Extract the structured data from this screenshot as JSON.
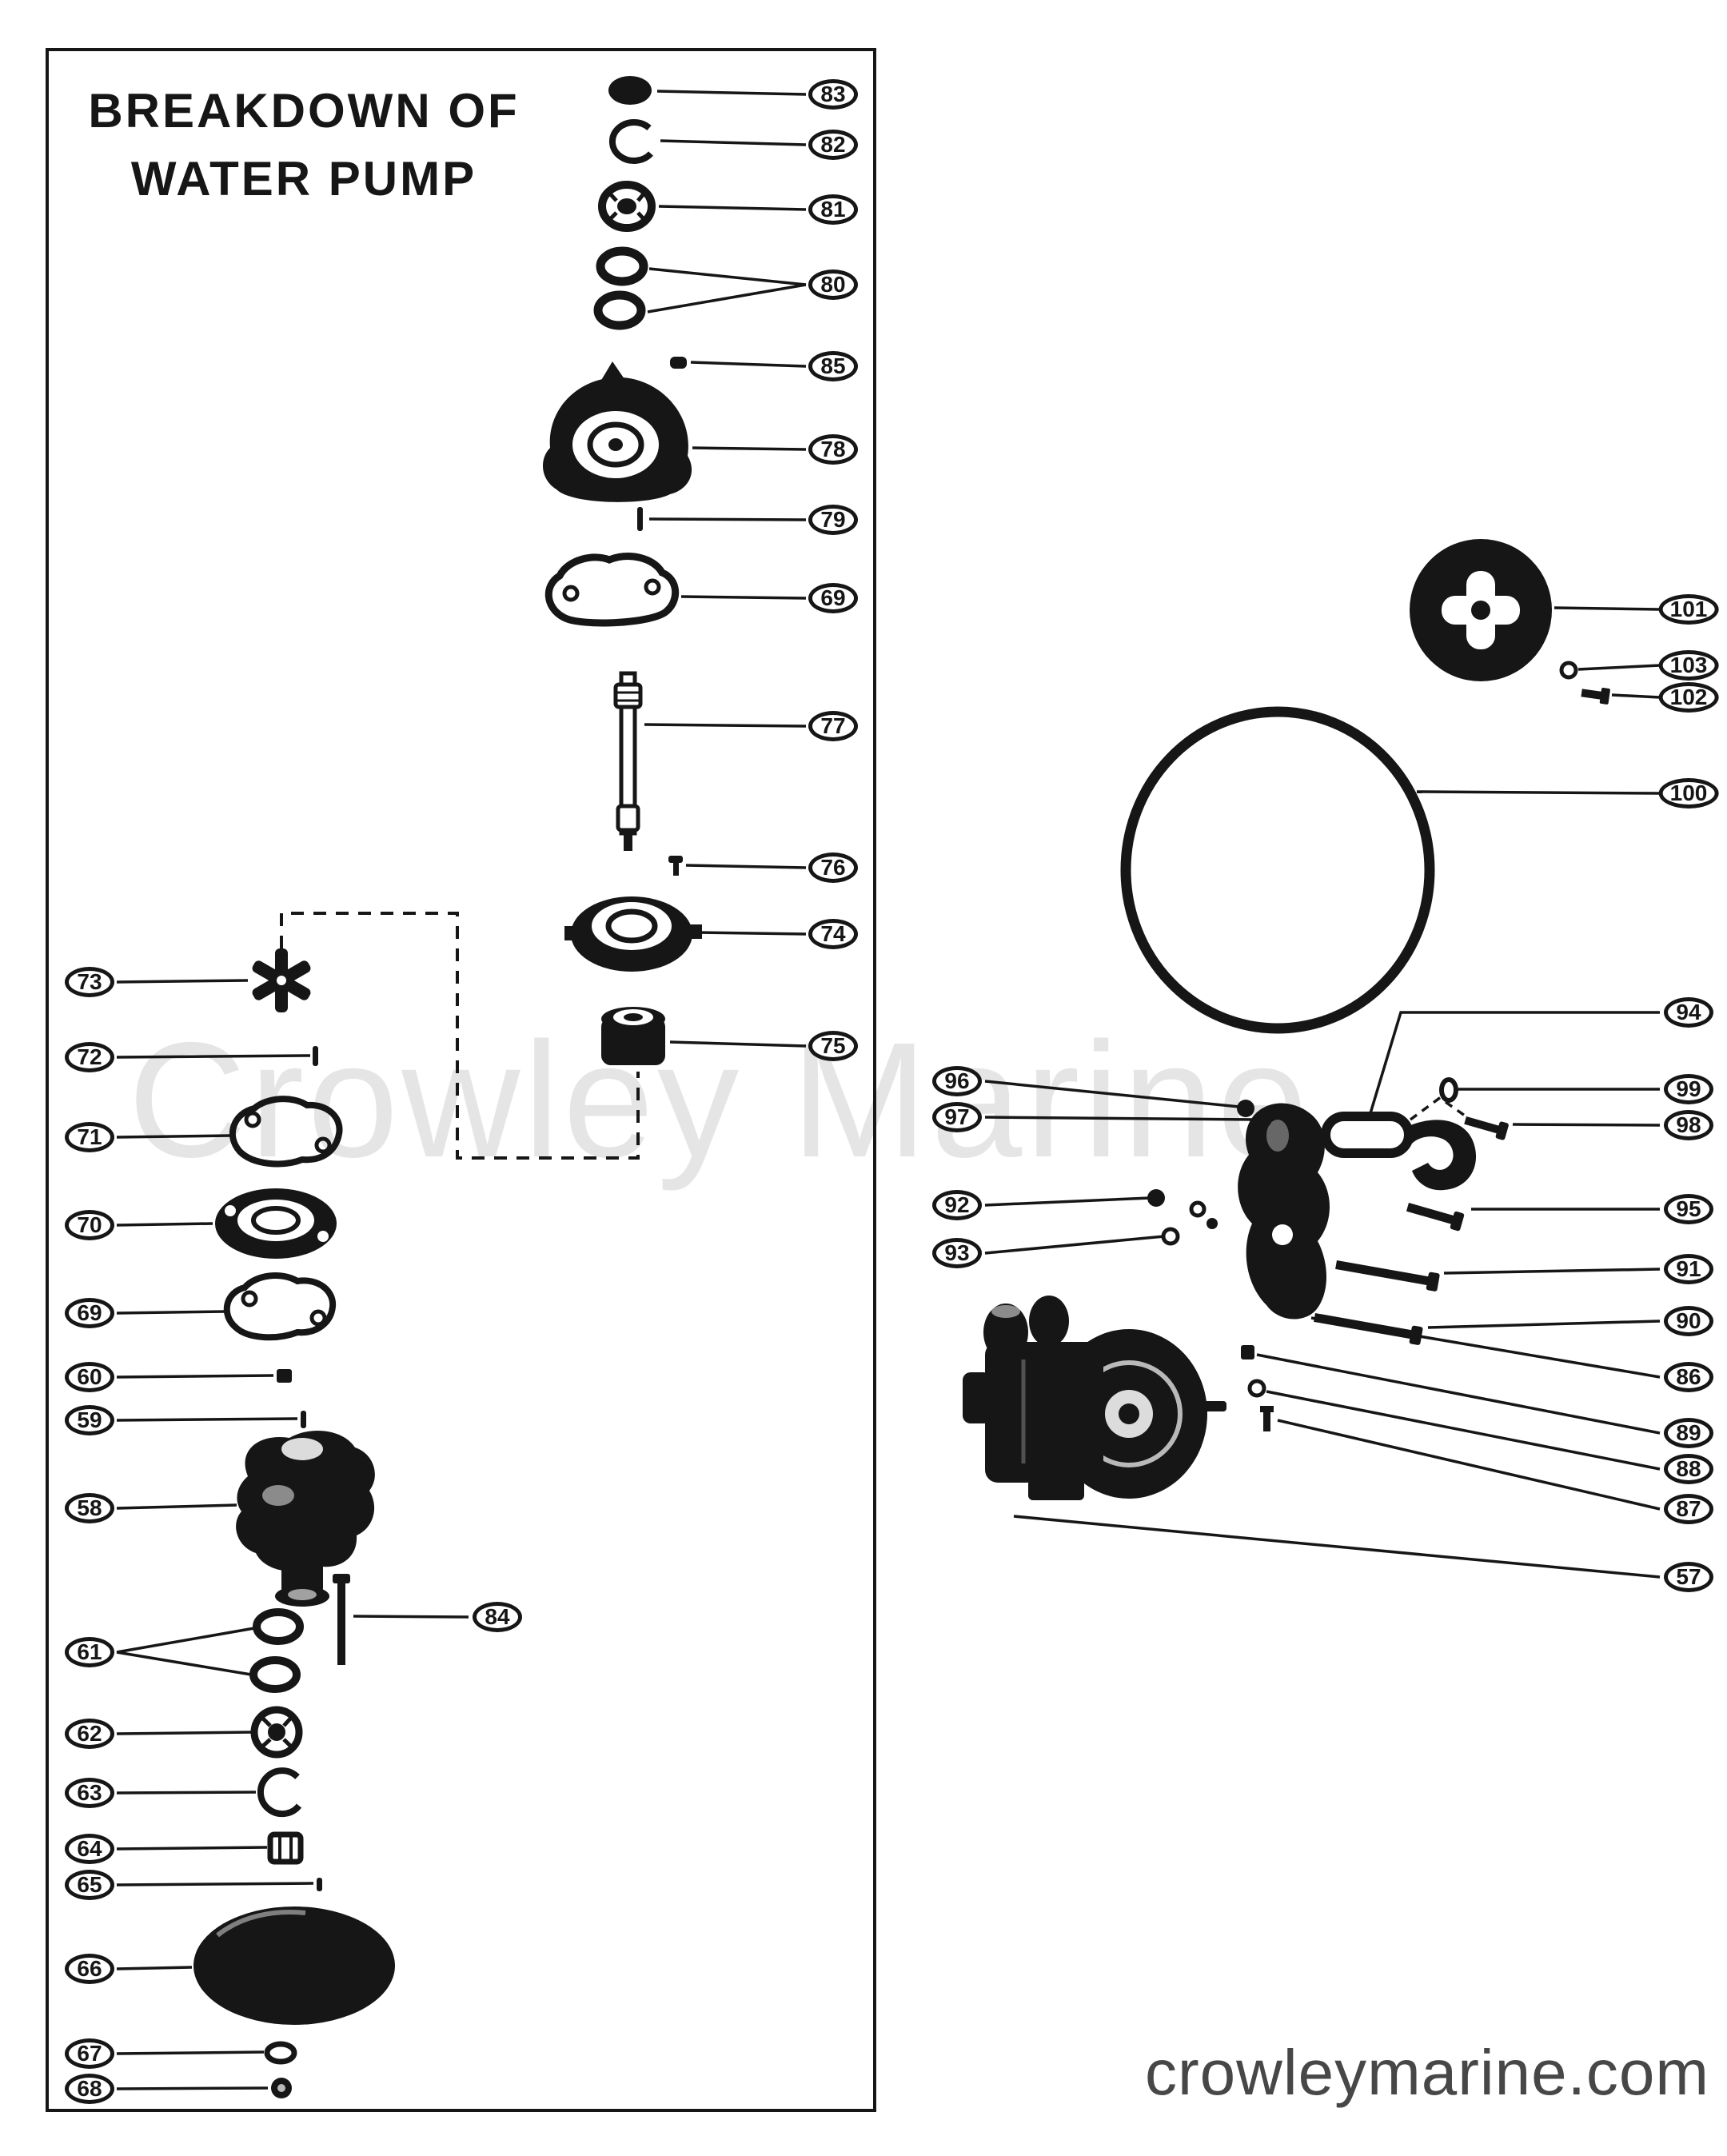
{
  "page": {
    "watermark": "Crowley Marine",
    "footer": "crowleymarine.com"
  },
  "diagram": {
    "title_line1": "BREAKDOWN OF",
    "title_line2": "WATER PUMP"
  },
  "colors": {
    "ink": "#161616",
    "paper": "#ffffff",
    "watermark_gray": "#e6e6e6",
    "footer_gray": "#474747"
  },
  "callouts": [
    "83",
    "82",
    "81",
    "80",
    "85",
    "78",
    "79",
    "69",
    "77",
    "76",
    "74",
    "75",
    "73",
    "72",
    "71",
    "70",
    "69",
    "60",
    "59",
    "58",
    "61",
    "62",
    "63",
    "64",
    "65",
    "66",
    "67",
    "68",
    "84",
    "101",
    "103",
    "102",
    "100",
    "94",
    "99",
    "98",
    "95",
    "91",
    "90",
    "86",
    "89",
    "88",
    "87",
    "57",
    "96",
    "97",
    "92",
    "93"
  ]
}
